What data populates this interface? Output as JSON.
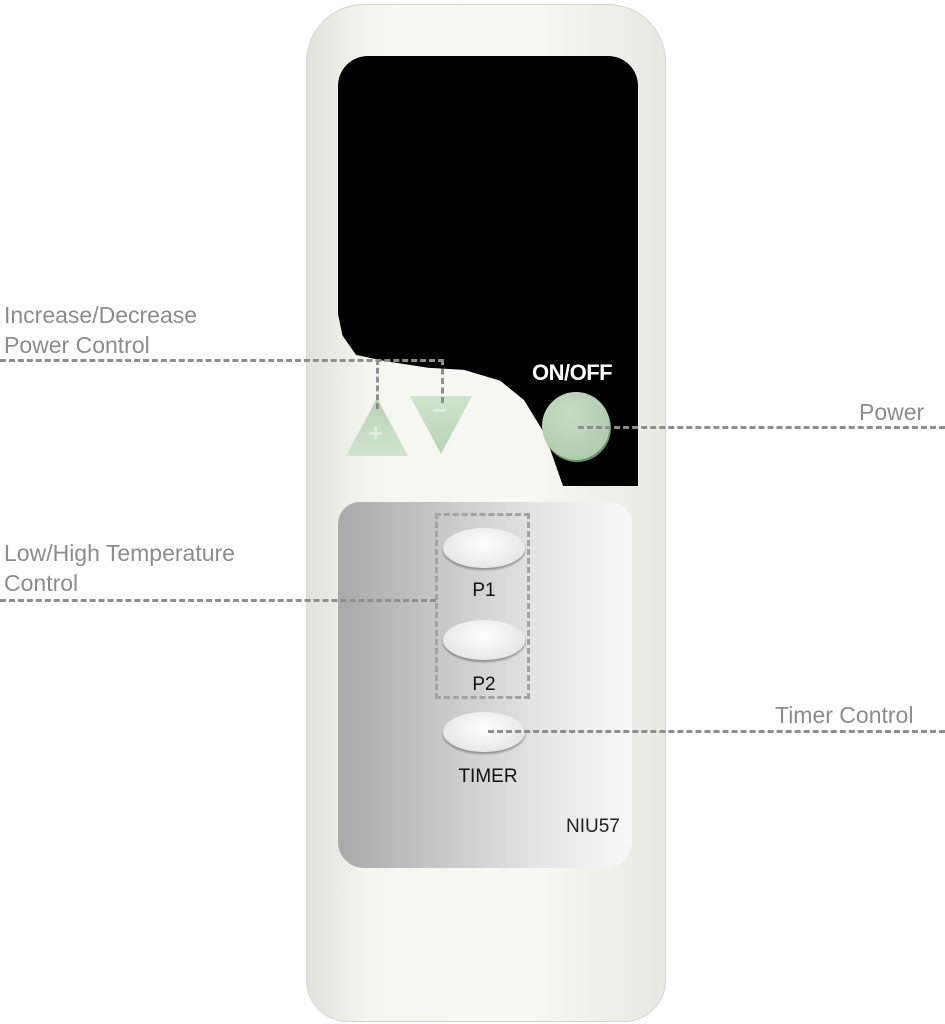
{
  "remote": {
    "power_button_label": "ON/OFF",
    "increase_symbol": "+",
    "decrease_symbol": "−",
    "p1_label": "P1",
    "p2_label": "P2",
    "timer_label": "TIMER",
    "model": "NIU57"
  },
  "callouts": {
    "power_control_line1": "Increase/Decrease",
    "power_control_line2": "Power Control",
    "power": "Power",
    "temperature_line1": "Low/High Temperature",
    "temperature_line2": "Control",
    "timer": "Timer Control"
  },
  "colors": {
    "button_green": "#c5dcc3",
    "callout_gray": "#8c8c8c",
    "screen_black": "#000000"
  }
}
